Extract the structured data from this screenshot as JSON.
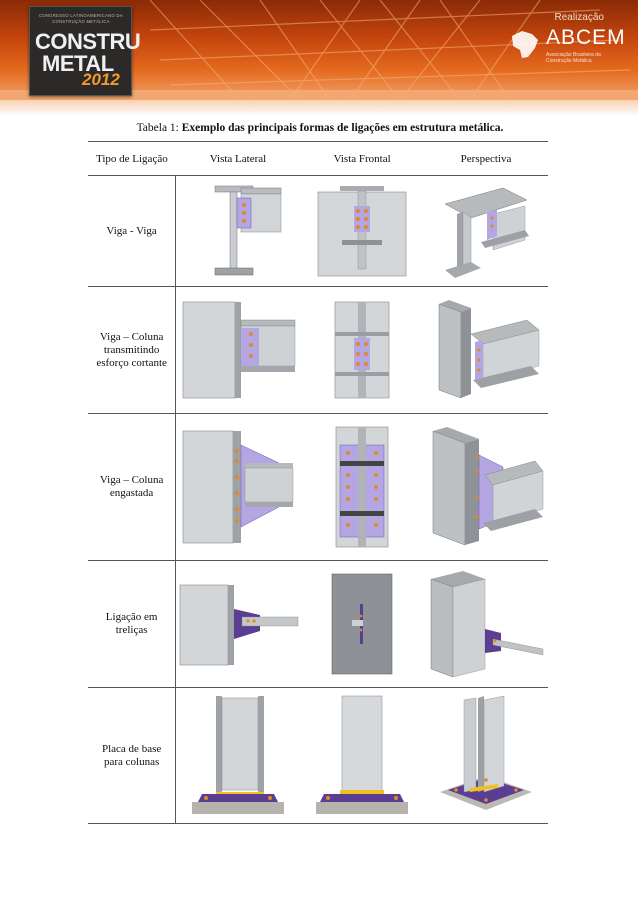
{
  "header": {
    "logo_small": "CONGRESSO LATINOAMERICANO DA CONSTRUÇÃO METÁLICA",
    "logo_line1": "CONSTRU",
    "logo_line2": "METAL",
    "logo_year": "2012",
    "realizacao": "Realização",
    "org_name": "ABCEM",
    "org_sub": "Associação Brasileira da Construção Metálica"
  },
  "caption": {
    "prefix": "Tabela 1: ",
    "title": "Exemplo das principais formas de ligações em estrutura metálica."
  },
  "table": {
    "headers": [
      "Tipo de Ligação",
      "Vista Lateral",
      "Vista Frontal",
      "Perspectiva"
    ],
    "rows": [
      {
        "type": [
          "Viga - Viga"
        ]
      },
      {
        "type": [
          "Viga – Coluna",
          "transmitindo",
          "esforço cortante"
        ]
      },
      {
        "type": [
          "Viga – Coluna",
          "engastada"
        ]
      },
      {
        "type": [
          "Ligação em",
          "treliças"
        ]
      },
      {
        "type": [
          "Placa de base",
          "para colunas"
        ]
      }
    ]
  },
  "colors": {
    "banner": "#c7470e",
    "steel": "#c6c9cc",
    "plate": "#a99fe0",
    "bolt": "#e08a2a",
    "base": "#5b3d91"
  }
}
